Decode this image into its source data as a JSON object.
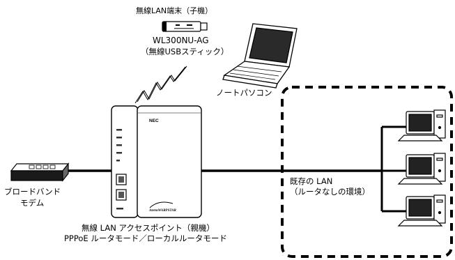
{
  "usb_adapter": {
    "label": "無線LAN端末（子機）",
    "model": "WL300NU-AG",
    "note": "（無線USBスティック）"
  },
  "laptop": {
    "label": "ノートパソコン"
  },
  "router": {
    "brand": "NEC",
    "logo": "AtermWARPSTAR",
    "caption_line1": "無線 LAN アクセスポイント（親機）",
    "caption_line2": "PPPoE ルータモード／ローカルルータモード"
  },
  "modem": {
    "label_line1": "ブロードバンド",
    "label_line2": "モデム"
  },
  "existing_lan": {
    "label_line1": "既存の LAN",
    "label_line2": "（ルータなしの環境）"
  }
}
